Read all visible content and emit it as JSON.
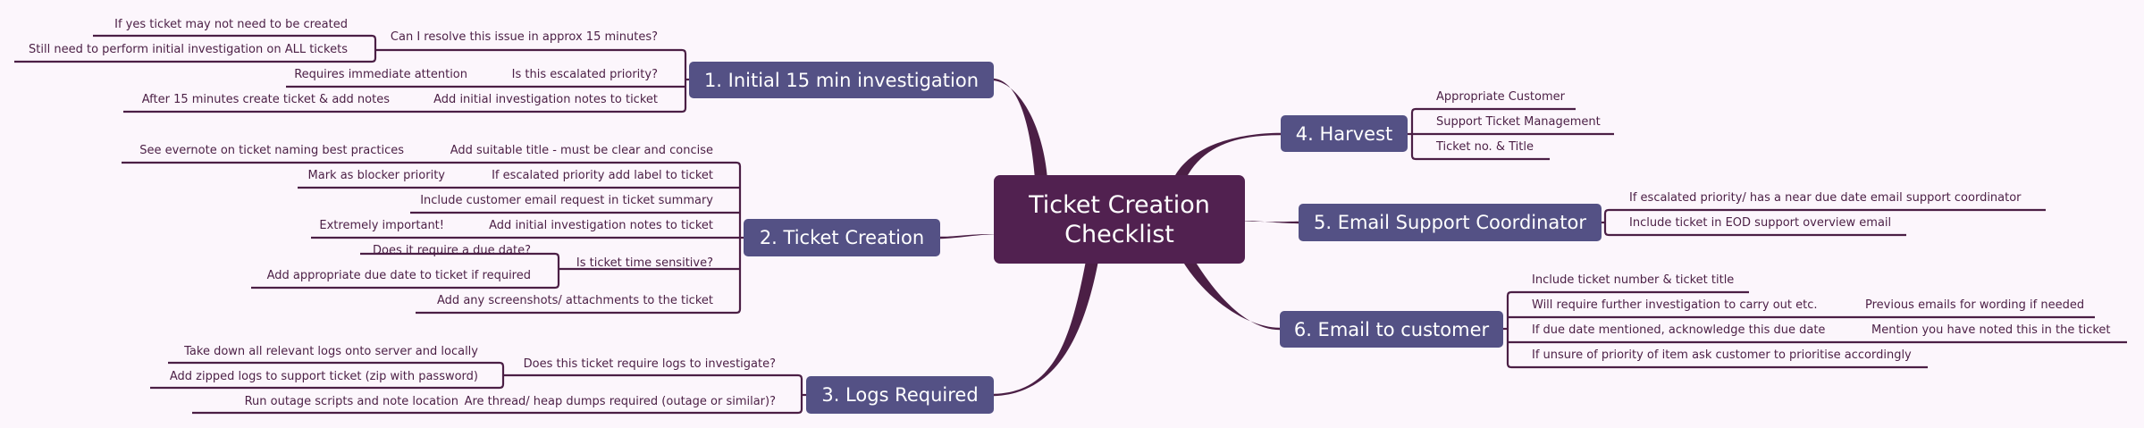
{
  "title": "Ticket Creation Checklist",
  "colors": {
    "background": "#fcf6fc",
    "root_fill": "#512150",
    "branch_fill": "#545185",
    "line": "#4b1f45",
    "node_text": "#ffffff"
  },
  "root": {
    "line1": "Ticket Creation",
    "line2": "Checklist"
  },
  "branches": [
    {
      "label": "1. Initial 15 min investigation",
      "items": [
        {
          "text": "Can I resolve this issue in approx 15 minutes?",
          "children": [
            "If yes ticket may not need to be created",
            "Still need to perform initial investigation on ALL tickets"
          ]
        },
        {
          "text": "Is this escalated priority?",
          "children": [
            "Requires immediate attention"
          ]
        },
        {
          "text": "Add initial investigation notes to ticket",
          "children": [
            "After 15 minutes create ticket & add notes"
          ]
        }
      ]
    },
    {
      "label": "2. Ticket Creation",
      "items": [
        {
          "text": "Add suitable title - must be clear and concise",
          "children": [
            "See evernote on ticket naming best practices"
          ]
        },
        {
          "text": "If escalated priority add label to ticket",
          "children": [
            "Mark as blocker priority"
          ]
        },
        {
          "text": "Include customer email request in ticket summary",
          "children": []
        },
        {
          "text": "Add initial investigation notes to ticket",
          "children": [
            "Extremely important!"
          ]
        },
        {
          "text": "Is ticket time sensitive?",
          "children": [
            "Does it require a due date?",
            "Add appropriate due date to ticket if required"
          ]
        },
        {
          "text": "Add any screenshots/ attachments to the ticket",
          "children": []
        }
      ]
    },
    {
      "label": "3. Logs Required",
      "items": [
        {
          "text": "Does this ticket require logs to investigate?",
          "children": [
            "Take down all relevant logs onto server and locally",
            "Add zipped logs to support ticket (zip with password)"
          ]
        },
        {
          "text": "Are thread/ heap dumps required (outage or similar)?",
          "children": [
            "Run outage scripts and note location"
          ]
        }
      ]
    },
    {
      "label": "4. Harvest",
      "items": [
        {
          "text": "Appropriate Customer",
          "children": []
        },
        {
          "text": "Support Ticket Management",
          "children": []
        },
        {
          "text": "Ticket no. & Title",
          "children": []
        }
      ]
    },
    {
      "label": "5. Email Support Coordinator",
      "items": [
        {
          "text": "If escalated priority/ has a near due date email support coordinator",
          "children": []
        },
        {
          "text": "Include ticket in EOD support overview email",
          "children": []
        }
      ]
    },
    {
      "label": "6. Email to customer",
      "items": [
        {
          "text": "Include ticket number & ticket title",
          "children": []
        },
        {
          "text": "Will require further investigation to carry out etc.",
          "children": [
            "Previous emails for wording if needed"
          ]
        },
        {
          "text": "If due date mentioned, acknowledge this due date",
          "children": [
            "Mention you have noted this in the ticket"
          ]
        },
        {
          "text": "If unsure of priority of item ask customer to prioritise accordingly",
          "children": []
        }
      ]
    }
  ]
}
